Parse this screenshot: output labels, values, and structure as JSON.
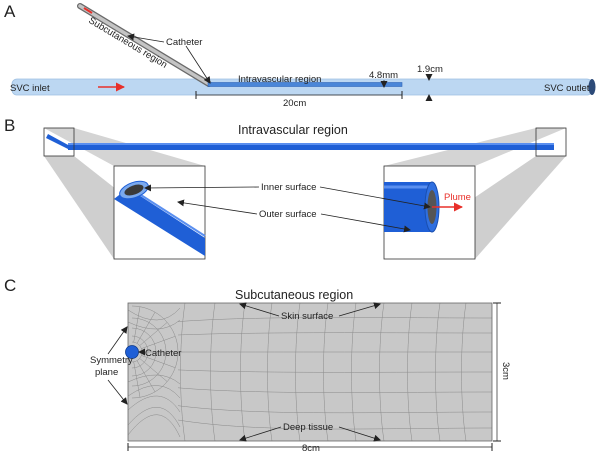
{
  "panel_a": {
    "letter": "A",
    "svc_inlet": "SVC inlet",
    "svc_outlet": "SVC outlet",
    "subcutaneous_region": "Subcutaneous region",
    "catheter": "Catheter",
    "intravascular_region": "Intravascular region",
    "length_20cm": "20cm",
    "diam_4_8mm": "4.8mm",
    "diam_1_9cm": "1.9cm",
    "colors": {
      "vessel": "#bcd7f2",
      "flow_arrow": "#e8302a"
    }
  },
  "panel_b": {
    "letter": "B",
    "title": "Intravascular region",
    "inner_surface": "Inner surface",
    "outer_surface": "Outer surface",
    "plume": "Plume",
    "colors": {
      "catheter": "#1f5fd6",
      "plume": "#e8302a",
      "zoom_fill": "#d4d4d4"
    }
  },
  "panel_c": {
    "letter": "C",
    "title": "Subcutaneous region",
    "skin_surface": "Skin surface",
    "catheter": "Catheter",
    "symmetry_plane": [
      "Symmetry",
      "plane"
    ],
    "deep_tissue": "Deep tissue",
    "width_8cm": "8cm",
    "height_3cm": "3cm",
    "colors": {
      "mesh_fill": "#c8c8c8",
      "mesh_lines": "#8a8a8a"
    }
  }
}
